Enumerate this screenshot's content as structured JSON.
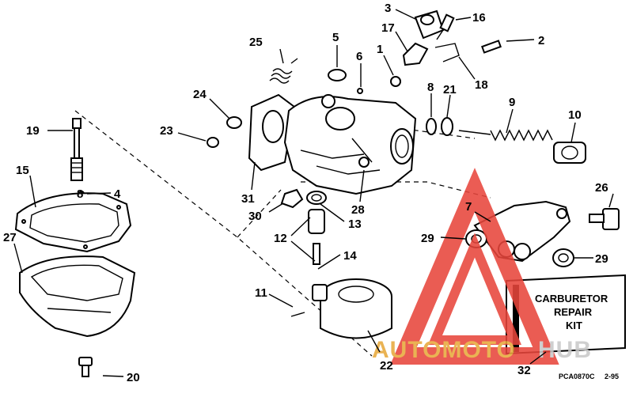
{
  "callouts": [
    "1",
    "2",
    "3",
    "4",
    "5",
    "6",
    "7",
    "8",
    "9",
    "10",
    "11",
    "12",
    "13",
    "14",
    "15",
    "16",
    "17",
    "18",
    "19",
    "20",
    "21",
    "22",
    "23",
    "24",
    "25",
    "26",
    "27",
    "28",
    "29",
    "30",
    "31",
    "32"
  ],
  "labels": {
    "n3": "3",
    "n16": "16",
    "n2": "2",
    "n17": "17",
    "n1": "1",
    "n18": "18",
    "n25": "25",
    "n5": "5",
    "n6": "6",
    "n8a": "8",
    "n21": "21",
    "n9": "9",
    "n10": "10",
    "n24": "24",
    "n23": "23",
    "n19": "19",
    "n15": "15",
    "n8b": "8",
    "n4": "4",
    "n27": "27",
    "n31": "31",
    "n30": "30",
    "n28": "28",
    "n13": "13",
    "n12": "12",
    "n14": "14",
    "n11": "11",
    "n22": "22",
    "n20": "20",
    "n7": "7",
    "n26": "26",
    "n29a": "29",
    "n29b": "29",
    "n32": "32"
  },
  "kit_box": {
    "line1": "CARBURETOR",
    "line2": "REPAIR",
    "line3": "KIT"
  },
  "figure_code": "PCA0870C",
  "figure_date": "2-95",
  "watermark": {
    "text_dark": "AUTOMOTO",
    "text_light": "HUB",
    "color_red": "#e8463c",
    "color_gold": "#e8a93c"
  }
}
